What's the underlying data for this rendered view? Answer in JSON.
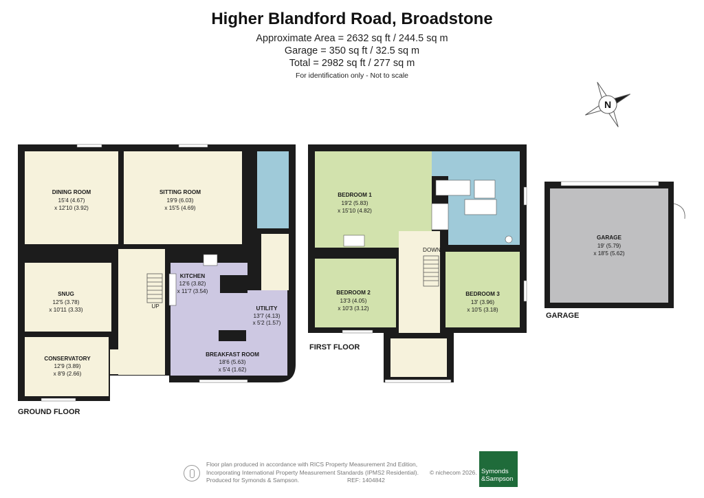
{
  "header": {
    "title": "Higher Blandford Road, Broadstone",
    "area_line": "Approximate Area = 2632 sq ft / 244.5 sq m",
    "garage_line": "Garage = 350 sq ft / 32.5 sq m",
    "total_line": "Total = 2982 sq ft / 277 sq m",
    "note": "For identification only - Not to scale"
  },
  "compass": {
    "letter": "N",
    "icon": "compass-rose-icon"
  },
  "floors": {
    "ground": "GROUND FLOOR",
    "first": "FIRST FLOOR",
    "garage": "GARAGE"
  },
  "rooms": {
    "dining": {
      "name": "DINING ROOM",
      "dim1": "15'4 (4.67)",
      "dim2": "x 12'10 (3.92)"
    },
    "sitting": {
      "name": "SITTING ROOM",
      "dim1": "19'9 (6.03)",
      "dim2": "x 15'5 (4.69)"
    },
    "snug": {
      "name": "SNUG",
      "dim1": "12'5 (3.78)",
      "dim2": "x 10'11 (3.33)"
    },
    "kitchen": {
      "name": "KITCHEN",
      "dim1": "12'6 (3.82)",
      "dim2": "x 11'7 (3.54)"
    },
    "utility": {
      "name": "UTILITY",
      "dim1": "13'7 (4.13)",
      "dim2": "x 5'2 (1.57)"
    },
    "conservatory": {
      "name": "CONSERVATORY",
      "dim1": "12'9 (3.89)",
      "dim2": "x 8'9 (2.66)"
    },
    "breakfast": {
      "name": "BREAKFAST ROOM",
      "dim1": "18'6 (5.63)",
      "dim2": "x 5'4 (1.62)"
    },
    "bedroom1": {
      "name": "BEDROOM 1",
      "dim1": "19'2 (5.83)",
      "dim2": "x 15'10 (4.82)"
    },
    "bedroom2": {
      "name": "BEDROOM 2",
      "dim1": "13'3 (4.05)",
      "dim2": "x 10'3 (3.12)"
    },
    "bedroom3": {
      "name": "BEDROOM 3",
      "dim1": "13' (3.96)",
      "dim2": "x 10'5 (3.18)"
    },
    "garage": {
      "name": "GARAGE",
      "dim1": "19' (5.79)",
      "dim2": "x 18'5 (5.62)"
    }
  },
  "stairs": {
    "up": "UP",
    "down": "DOWN"
  },
  "colors": {
    "ground_floor": "#ffffff",
    "living": "#f6f2dc",
    "kitchen": "#cdc8e2",
    "bathroom": "#9fcad9",
    "bedroom": "#d2e2ad",
    "garage": "#bfbfc1",
    "landing": "#f6f2dc",
    "wall": "#1c1c1c"
  },
  "footer": {
    "line1": "Floor plan produced in accordance with RICS Property Measurement 2nd Edition,",
    "line2": "Incorporating International Property Measurement Standards (IPMS2 Residential).",
    "line3": "Produced for Symonds & Sampson.",
    "ref": "REF:  1404842",
    "copyright": "© nichecom 2026.",
    "logo_line1": "Symonds",
    "logo_line2": "&Sampson"
  }
}
